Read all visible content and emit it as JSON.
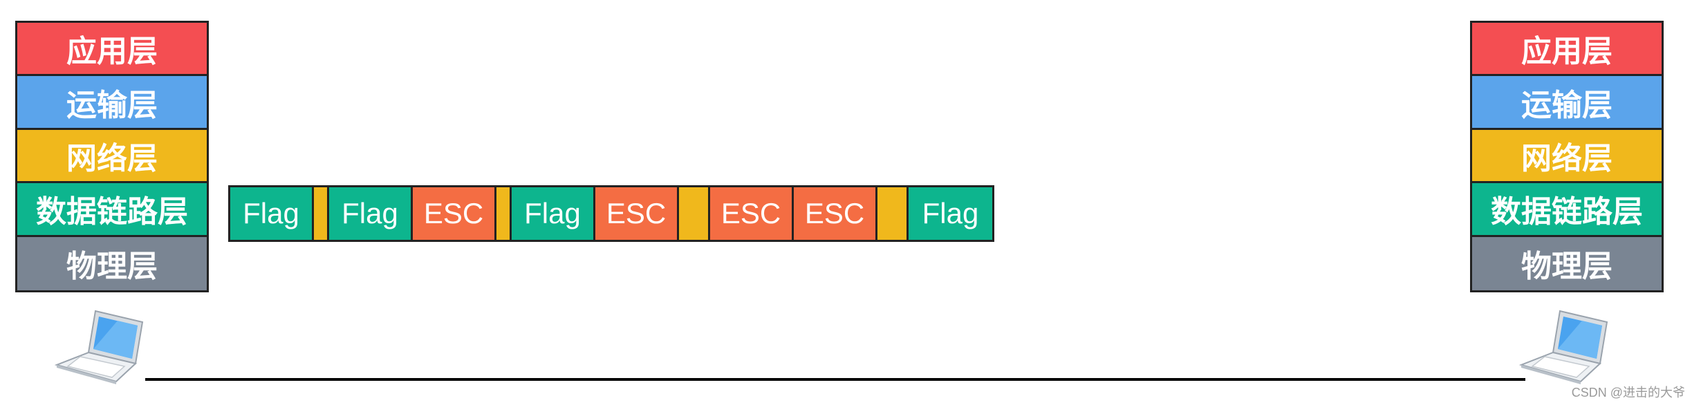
{
  "colors": {
    "application": "#F44E52",
    "transport": "#5BA4EB",
    "network": "#F0B81C",
    "datalink": "#0DB58E",
    "physical": "#7A8593",
    "flag": "#0DB58E",
    "esc": "#F46D43",
    "data": "#F0B81C"
  },
  "left_stack": {
    "layers": [
      {
        "label": "应用层",
        "color": "#F44E52"
      },
      {
        "label": "运输层",
        "color": "#5BA4EB"
      },
      {
        "label": "网络层",
        "color": "#F0B81C"
      },
      {
        "label": "数据链路层",
        "color": "#0DB58E"
      },
      {
        "label": "物理层",
        "color": "#7A8593"
      }
    ]
  },
  "right_stack": {
    "layers": [
      {
        "label": "应用层",
        "color": "#F44E52"
      },
      {
        "label": "运输层",
        "color": "#5BA4EB"
      },
      {
        "label": "网络层",
        "color": "#F0B81C"
      },
      {
        "label": "数据链路层",
        "color": "#0DB58E"
      },
      {
        "label": "物理层",
        "color": "#7A8593"
      }
    ]
  },
  "frame": {
    "cells": [
      {
        "label": "Flag",
        "kind": "flag"
      },
      {
        "label": "",
        "kind": "data"
      },
      {
        "label": "Flag",
        "kind": "flag"
      },
      {
        "label": "ESC",
        "kind": "esc"
      },
      {
        "label": "",
        "kind": "data"
      },
      {
        "label": "Flag",
        "kind": "flag"
      },
      {
        "label": "ESC",
        "kind": "esc"
      },
      {
        "label": "",
        "kind": "data"
      },
      {
        "label": "ESC",
        "kind": "esc"
      },
      {
        "label": "ESC",
        "kind": "esc"
      },
      {
        "label": "",
        "kind": "data"
      },
      {
        "label": "Flag",
        "kind": "flag"
      }
    ]
  },
  "icons": {
    "left_host": "laptop-icon",
    "right_host": "laptop-icon"
  },
  "watermark": "CSDN @进击的大爷"
}
